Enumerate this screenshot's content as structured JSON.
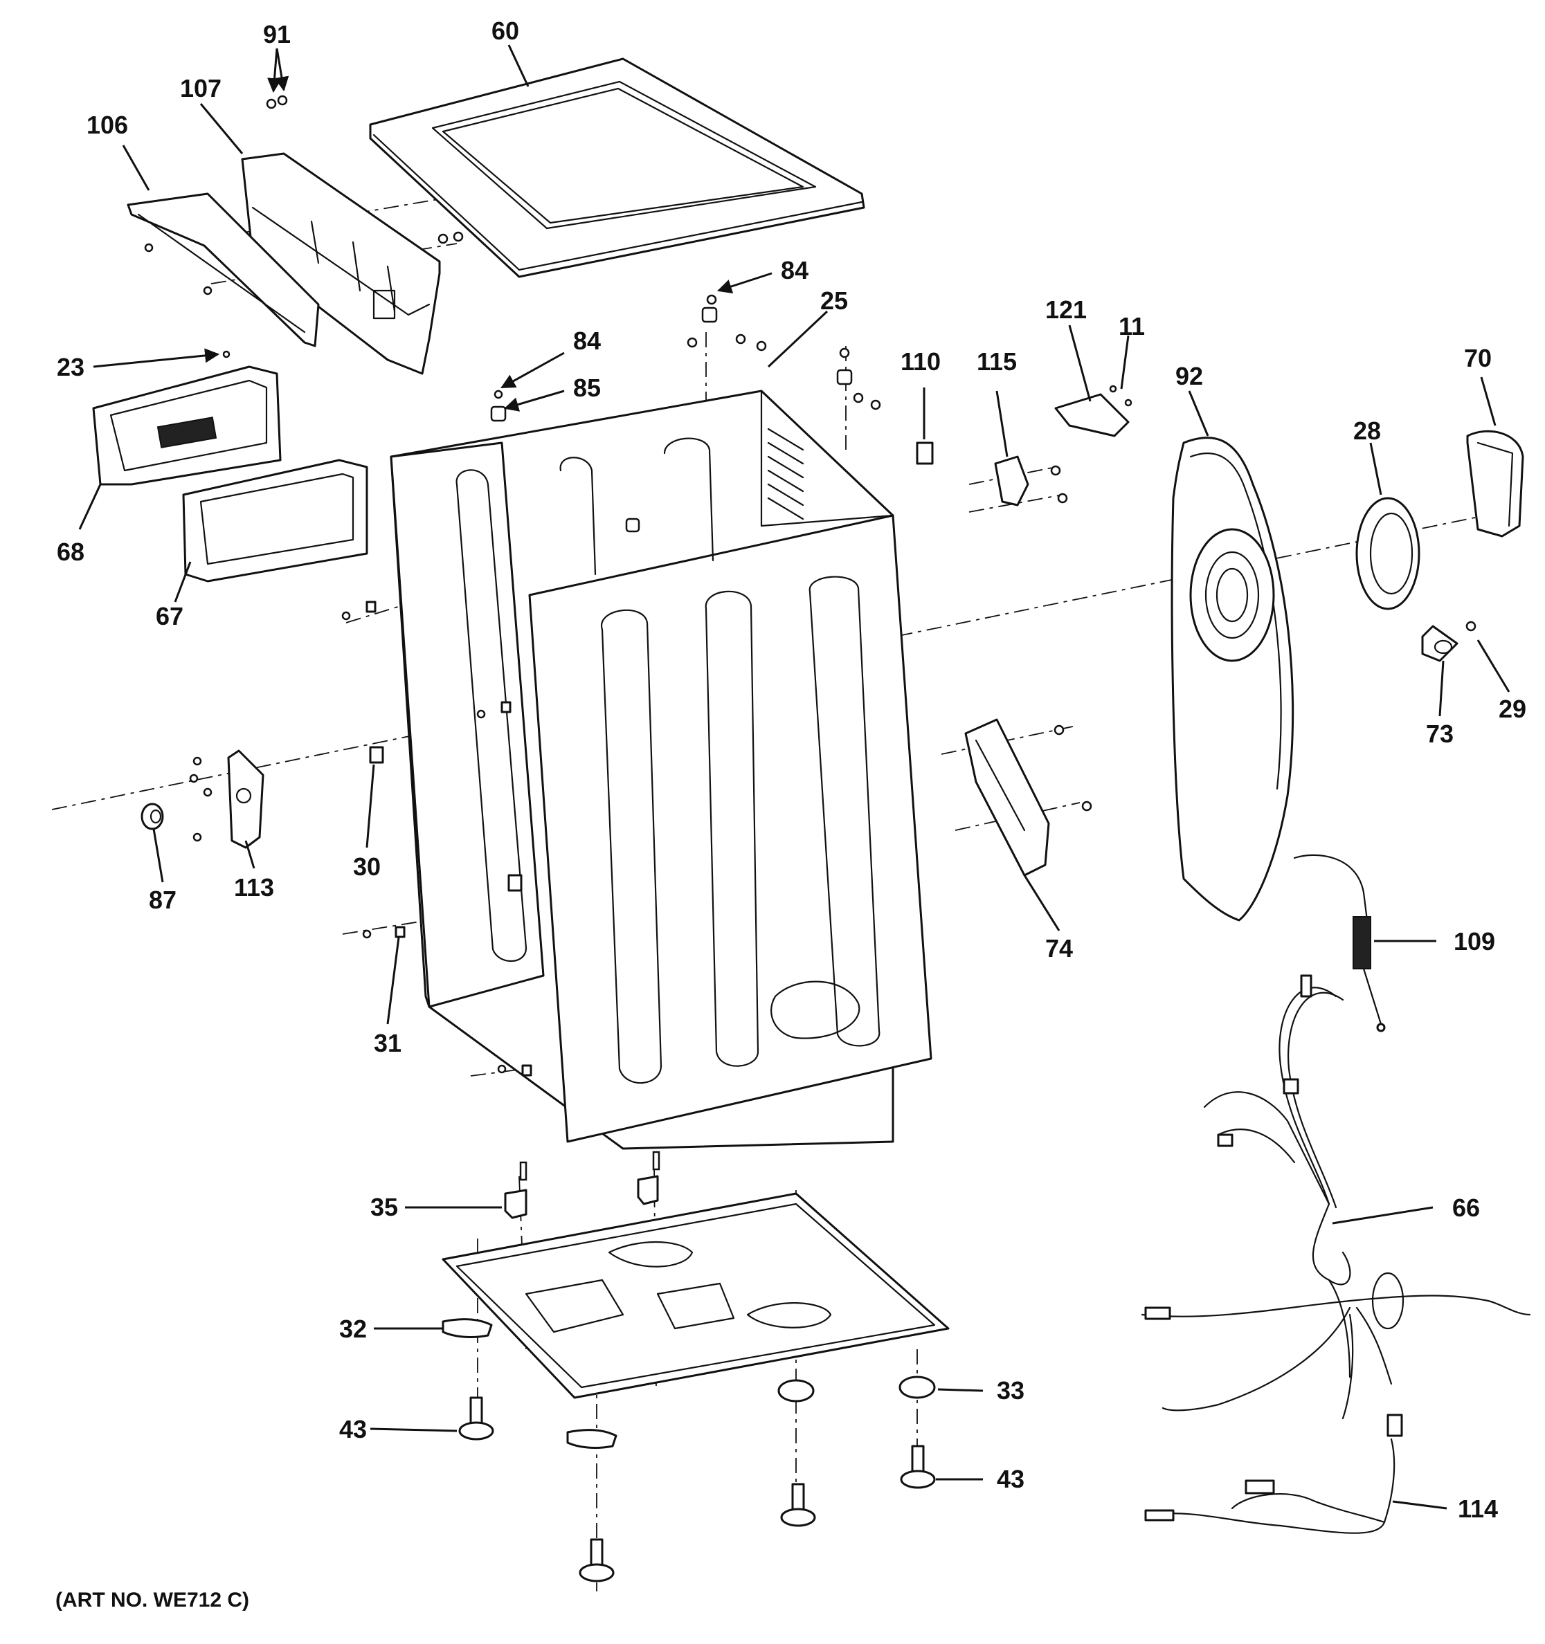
{
  "diagram": {
    "art_number": "(ART NO. WE712 C)",
    "callouts": {
      "c91": "91",
      "c60": "60",
      "c107": "107",
      "c106": "106",
      "c84a": "84",
      "c25": "25",
      "c121": "121",
      "c11": "11",
      "c84b": "84",
      "c85": "85",
      "c110": "110",
      "c115": "115",
      "c92": "92",
      "c70": "70",
      "c23": "23",
      "c28": "28",
      "c68": "68",
      "c67": "67",
      "c73": "73",
      "c29": "29",
      "c30": "30",
      "c87": "87",
      "c113": "113",
      "c74": "74",
      "c109": "109",
      "c31": "31",
      "c66": "66",
      "c35": "35",
      "c32": "32",
      "c33": "33",
      "c43a": "43",
      "c43b": "43",
      "c114": "114"
    }
  }
}
